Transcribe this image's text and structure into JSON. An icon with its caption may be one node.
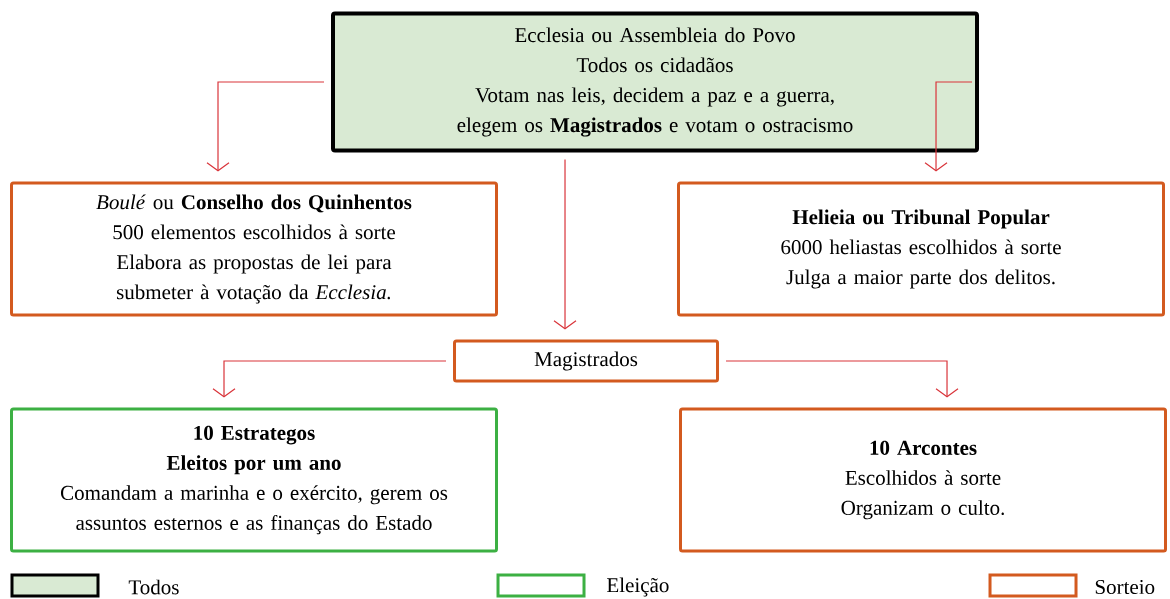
{
  "diagram": {
    "nodes": [
      {
        "text": [
          "Ecclesia ou Assembleia do Povo",
          "Todos os cidadãos",
          "Votam nas leis, decidem a paz e a guerra, elegem os **Magistrados** e votam o ostracismo"
        ]
      },
      {
        "text": [
          "*Boulé* ou **Conselho dos Quinhentos**",
          "500 elementos escolhidos à sorte",
          "Elabora as propostas de lei para submeter à votação da *Ecclesia.*"
        ]
      },
      {
        "text": [
          "Helieia ou Tribunal Popular",
          "6000 heliastas escolhidos à sorte",
          "Julga a maior parte dos delitos."
        ]
      },
      {
        "text": [
          "Magistrados"
        ]
      },
      {
        "text": [
          "10 Estrategos",
          "Eleitos por um ano",
          "Comandam a marinha e o exército, gerem os assuntos esternos e as finanças do Estado"
        ]
      },
      {
        "text": [
          "10 Arcontes",
          "Escolhidos à sorte",
          "Organizam o culto."
        ]
      }
    ],
    "edges": [
      {
        "from": 0,
        "to": 1,
        "arrow": "to"
      },
      {
        "from": 0,
        "to": 2,
        "arrow": "to"
      },
      {
        "from": 0,
        "to": 3,
        "arrow": "to"
      },
      {
        "from": 3,
        "to": 4,
        "arrow": "to"
      },
      {
        "from": 3,
        "to": 5,
        "arrow": "to"
      }
    ],
    "legend": [
      {
        "text": "Todos",
        "color": "#d9ead3"
      },
      {
        "text": "Eleição",
        "color": "#3cb043"
      },
      {
        "text": "Sorteio",
        "color": "#d35a1f"
      }
    ]
  }
}
